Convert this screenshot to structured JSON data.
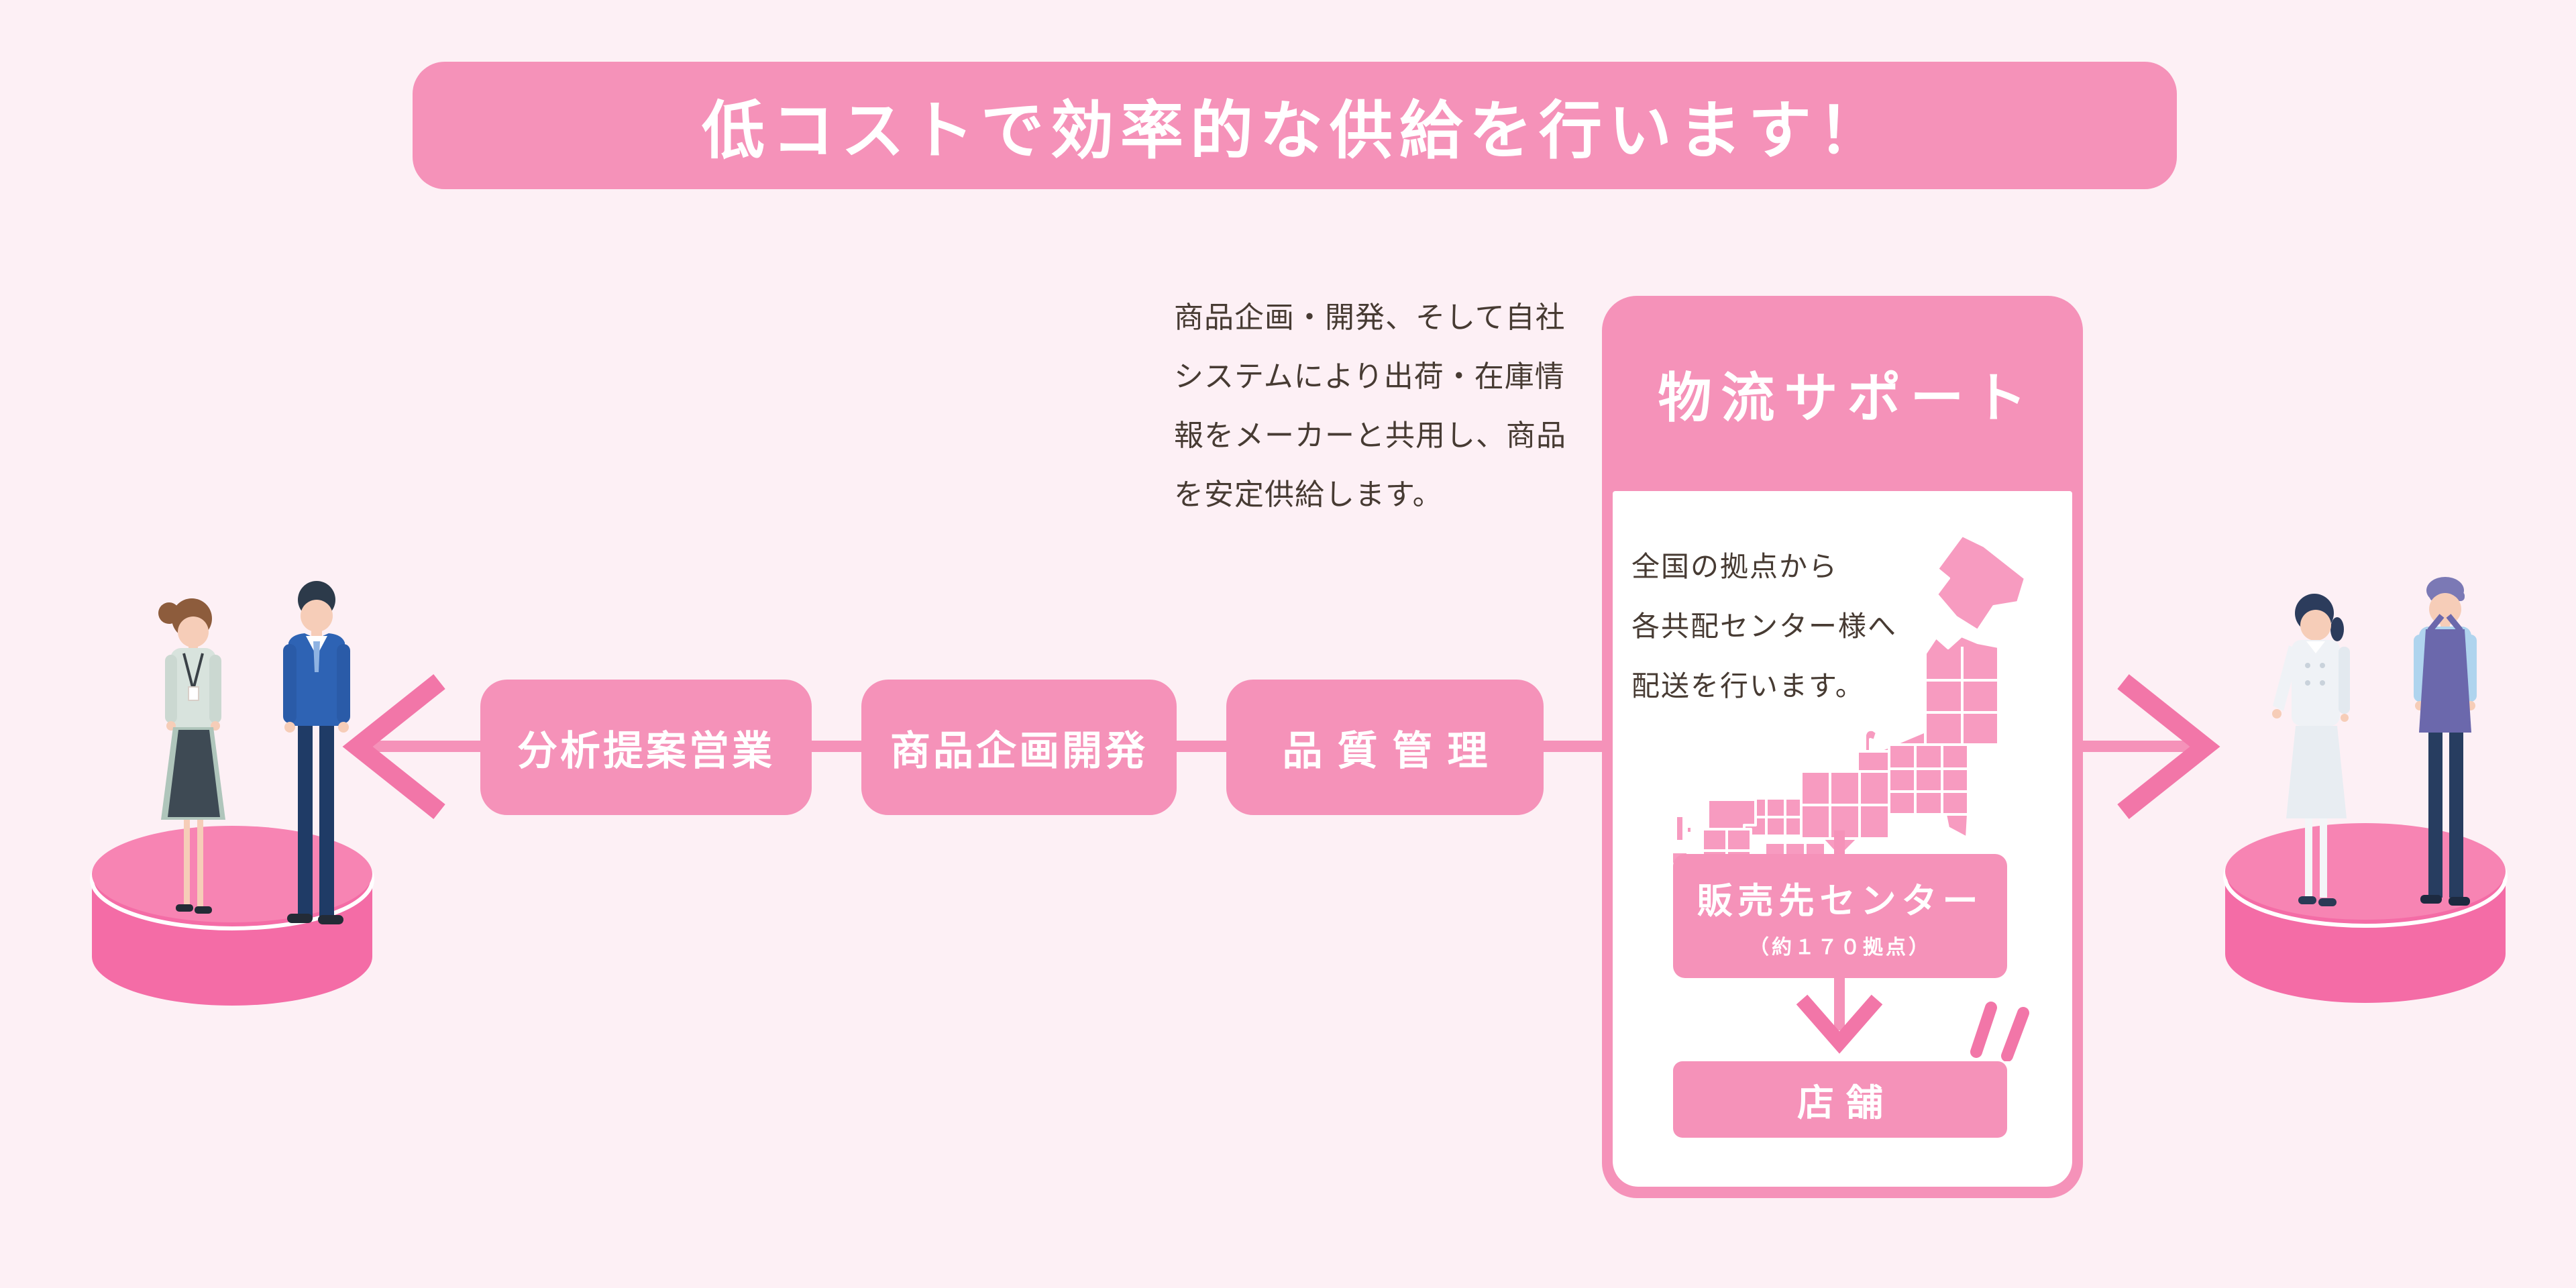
{
  "banner": {
    "title": "低コストで効率的な供給を行います！"
  },
  "description": {
    "lines": [
      "商品企画・開発、そして自社",
      "システムにより出荷・在庫情",
      "報をメーカーと共用し、商品",
      "を安定供給します。"
    ]
  },
  "flow": {
    "steps": [
      {
        "label": "分析提案営業"
      },
      {
        "label": "商品企画開発"
      },
      {
        "label": "品質管理"
      }
    ]
  },
  "card": {
    "title": "物流サポート",
    "caption_lines": [
      "全国の拠点から",
      "各共配センター様へ",
      "配送を行います。"
    ],
    "sales_center": {
      "title": "販売先センター",
      "subtitle": "（約１７０拠点）"
    },
    "store_label": "店舗"
  },
  "icons": {
    "left_arrow": "arrow-left-icon",
    "right_arrow": "arrow-right-icon",
    "down_arrow": "arrow-down-icon",
    "japan_map": "japan-map",
    "emphasis": "emphasis-marks",
    "left_illustration": "business-people-on-podium",
    "right_illustration": "store-staff-on-podium"
  },
  "colors": {
    "background": "#FDF0F5",
    "pink_main": "#F592B9",
    "pink_deep": "#F276A8",
    "map_pink": "#F79BC0",
    "podium_top": "#F784B3",
    "podium_side": "#F46CA6",
    "text_dark": "#473B33",
    "white": "#FFFFFF"
  }
}
